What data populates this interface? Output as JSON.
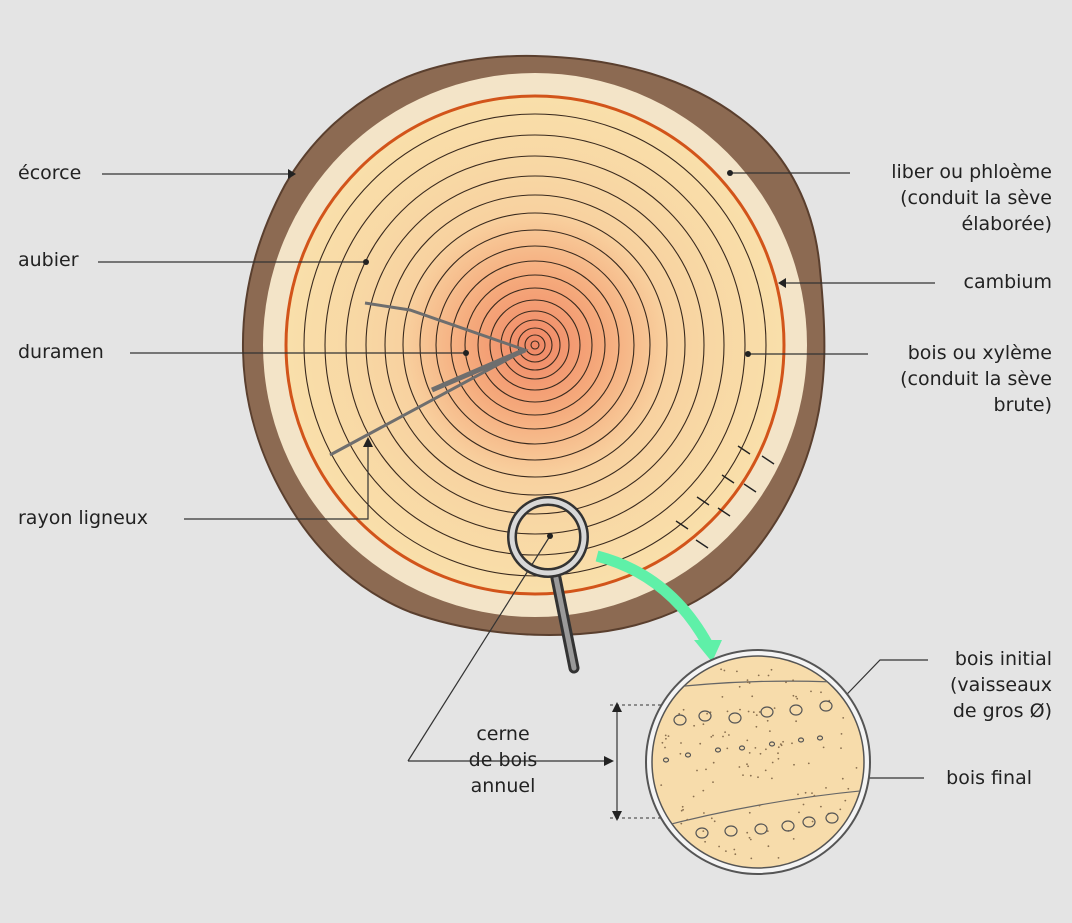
{
  "labels": {
    "ecorce": "écorce",
    "aubier": "aubier",
    "duramen": "duramen",
    "rayon": "rayon ligneux",
    "liber": "liber ou phloème\n(conduit la sève\nélaborée)",
    "cambium": "cambium",
    "bois_xyleme": "bois ou xylème\n(conduit la sève\nbrute)",
    "cerne": "cerne\nde bois\nannuel",
    "bois_initial": "bois initial\n(vaisseaux\nde gros Ø)",
    "bois_final": "bois final"
  },
  "colors": {
    "background": "#e4e4e4",
    "bark": "#8c6a52",
    "phloem": "#f3e4c8",
    "sapwood": "#f8dba6",
    "heartwood": "#f2916a",
    "cambium_line": "#d2541a",
    "arrow": "#5ff0a8"
  }
}
